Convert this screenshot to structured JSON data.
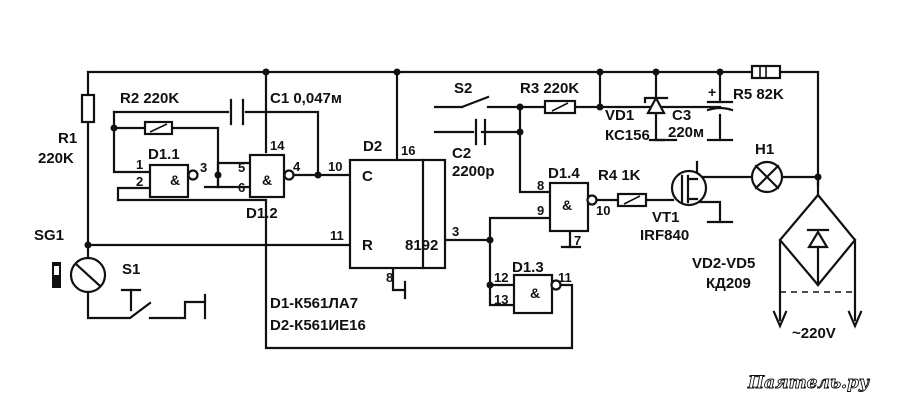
{
  "labels": {
    "r1": "R1",
    "r1_val": "220K",
    "r2": "R2 220K",
    "c1": "C1 0,047м",
    "d2": "D2",
    "s2": "S2",
    "r3": "R3 220K",
    "vd1": "VD1",
    "vd1_type": "КС156",
    "c3": "C3",
    "c3_val": "220м",
    "r5": "R5 82K",
    "h1": "H1",
    "c2": "C2",
    "c2_val": "2200p",
    "d11": "D1.1",
    "d12": "D1.2",
    "d13": "D1.3",
    "d14": "D1.4",
    "r4": "R4 1K",
    "vt1": "VT1",
    "vt1_type": "IRF840",
    "sg1": "SG1",
    "s1": "S1",
    "vd25": "VD2-VD5",
    "vd25_type": "КД209",
    "mains": "~220V",
    "note1": "D1-К561ЛА7",
    "note2": "D2-К561ИЕ16",
    "d2_c": "C",
    "d2_r": "R",
    "d2_out": "8192",
    "plus": "+",
    "amp": "&"
  },
  "pins": {
    "d11_1": "1",
    "d11_2": "2",
    "d11_3": "3",
    "d12_5": "5",
    "d12_6": "6",
    "d12_4": "4",
    "d12_14": "14",
    "d2_10": "10",
    "d2_11": "11",
    "d2_16": "16",
    "d2_3": "3",
    "d2_8": "8",
    "d14_8": "8",
    "d14_9": "9",
    "d14_10": "10",
    "d14_7": "7",
    "d13_12": "12",
    "d13_13": "13",
    "d13_11": "11"
  },
  "watermark": "Паяmель.ру"
}
